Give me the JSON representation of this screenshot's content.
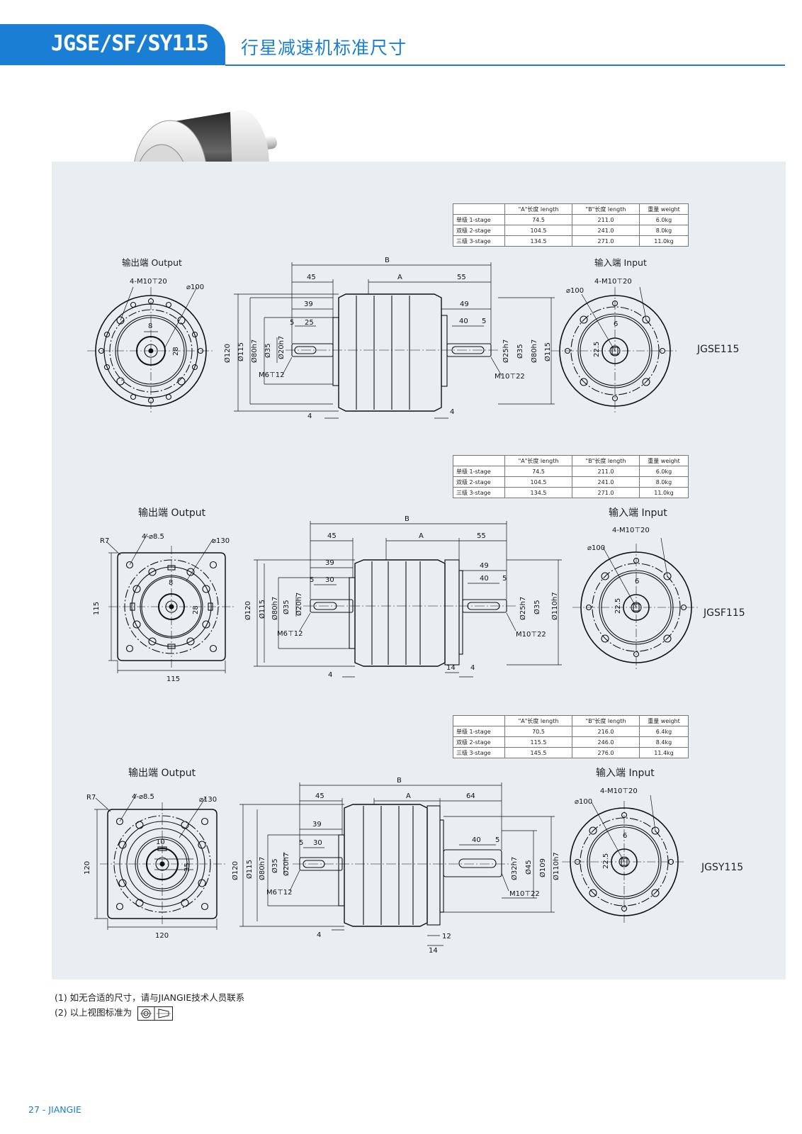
{
  "header": {
    "code": "JGSE/SF/SY115",
    "title": "行星减速机标准尺寸"
  },
  "table_headers": [
    "\"A\"长度 length",
    "\"B\"长度 length",
    "重量 weight"
  ],
  "labels": {
    "output": "输出端 Output",
    "input": "输入端 Input"
  },
  "sections": [
    {
      "model": "JGSE115",
      "rows": [
        {
          "stage": "单级 1-stage",
          "a": "74.5",
          "b": "211.0",
          "weight": "6.0kg"
        },
        {
          "stage": "双级 2-stage",
          "a": "104.5",
          "b": "241.0",
          "weight": "8.0kg"
        },
        {
          "stage": "三级 3-stage",
          "a": "134.5",
          "b": "271.0",
          "weight": "11.0kg"
        }
      ],
      "output_dims": {
        "holes": "4-M10⊤20",
        "pcd": "⌀100",
        "key": "8",
        "key_h": "28"
      },
      "side_dims": {
        "B": "B",
        "A": "A",
        "d45": "45",
        "d55": "55",
        "d39": "39",
        "d49": "49",
        "d5a": "5",
        "d25": "25",
        "d40": "40",
        "d5b": "5",
        "d4a": "4",
        "d4b": "4",
        "dia120": "Ø120",
        "dia115": "Ø115",
        "dia80": "Ø80h7",
        "dia35": "Ø35",
        "dia20": "Ø20h7",
        "m6": "M6⊤12",
        "dia25": "Ø25h7",
        "dia35b": "Ø35",
        "dia80b": "Ø80h7",
        "dia115b": "Ø115",
        "m10": "M10⊤22"
      },
      "input_dims": {
        "holes": "4-M10⊤20",
        "pcd": "⌀100",
        "key": "6",
        "key_h": "22.5"
      }
    },
    {
      "model": "JGSF115",
      "rows": [
        {
          "stage": "单级 1-stage",
          "a": "74.5",
          "b": "211.0",
          "weight": "6.0kg"
        },
        {
          "stage": "双级 2-stage",
          "a": "104.5",
          "b": "241.0",
          "weight": "8.0kg"
        },
        {
          "stage": "三级 3-stage",
          "a": "134.5",
          "b": "271.0",
          "weight": "11.0kg"
        }
      ],
      "output_dims": {
        "holes": "4-⌀8.5",
        "pcd": "⌀130",
        "r": "R7",
        "key": "8",
        "key_h": "28",
        "w": "115",
        "h": "115"
      },
      "side_dims": {
        "B": "B",
        "A": "A",
        "d45": "45",
        "d55": "55",
        "d39": "39",
        "d49": "49",
        "d5a": "5",
        "d25": "30",
        "d40": "40",
        "d5b": "5",
        "d4a": "4",
        "d4b": "4",
        "d14": "14",
        "dia120": "Ø120",
        "dia115": "Ø115",
        "dia80": "Ø80h7",
        "dia35": "Ø35",
        "dia20": "Ø20h7",
        "m6": "M6⊤12",
        "dia25": "Ø25h7",
        "dia35b": "Ø35",
        "dia80b": "Ø110h7",
        "m10": "M10⊤22"
      },
      "input_dims": {
        "holes": "4-M10⊤20",
        "pcd": "⌀100",
        "key": "6",
        "key_h": "22.5"
      }
    },
    {
      "model": "JGSY115",
      "rows": [
        {
          "stage": "单级 1-stage",
          "a": "70.5",
          "b": "216.0",
          "weight": "6.4kg"
        },
        {
          "stage": "双级 2-stage",
          "a": "115.5",
          "b": "246.0",
          "weight": "8.4kg"
        },
        {
          "stage": "三级 3-stage",
          "a": "145.5",
          "b": "276.0",
          "weight": "11.4kg"
        }
      ],
      "output_dims": {
        "holes": "4-⌀8.5",
        "pcd": "⌀130",
        "r": "R7",
        "key": "10",
        "key_h": "35",
        "w": "120",
        "h": "120"
      },
      "side_dims": {
        "B": "B",
        "A": "A",
        "d45": "45",
        "d55": "64",
        "d39": "39",
        "d5a": "5",
        "d25": "30",
        "d40": "40",
        "d5b": "5",
        "d4a": "4",
        "d12": "12",
        "d14": "14",
        "dia120": "Ø120",
        "dia115": "Ø115",
        "dia80": "Ø80h7",
        "dia35": "Ø35",
        "dia20": "Ø20h7",
        "m6": "M6⊤12",
        "dia25": "Ø32h7",
        "dia35b": "Ø45",
        "dia80b": "Ø109",
        "dia115b": "Ø110h7",
        "m10": "M10⊤22"
      },
      "input_dims": {
        "holes": "4-M10⊤20",
        "pcd": "⌀100",
        "key": "6",
        "key_h": "22.5"
      }
    }
  ],
  "notes": [
    "(1) 如无合适的尺寸，请与JIANGIE技术人员联系",
    "(2) 以上视图标准为"
  ],
  "footer": "27  -  JIANGIE"
}
